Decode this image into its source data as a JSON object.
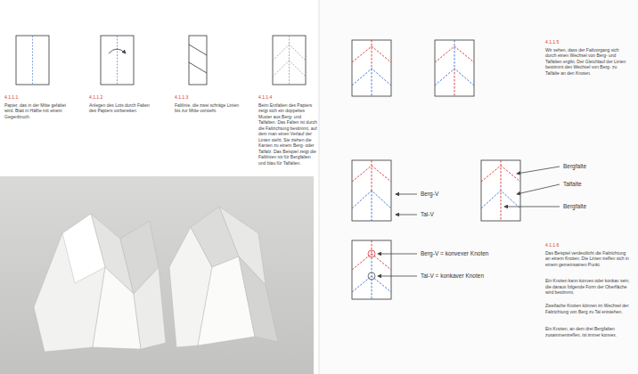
{
  "diagram": {
    "labels": [
      "4.1.1.1",
      "Papier, das in der Mitte gefaltet wird. Blatt in Hälfte mit einem Gegenbruch.",
      "4.1.1.2",
      "Anlegen des Lots durch Falten des Papiers vorbereiten.",
      "4.1.1.3",
      "Faltlinie, die zwei schräge Linien bis zur Mitte vorsieht.",
      "4.1.1.4",
      "Beim Entfalten des Papiers zeigt sich ein doppeltes Muster aus Berg- und Talfalten. Das Falten ist durch die Faltrichtung bestimmt, auf dem man einen Verlauf der Linien sieht. Sie ziehen die Kanten zu einem Berg- oder Talfalz. Das Beispiel zeigt die Faltlinien rot für Bergfalten und blau für Talfalten.",
      "4.1.1.5",
      "Wir sehen, dass der Faltvorgang sich durch einen Wechsel von Berg- und Talfalten ergibt. Der Gleichlauf der Linien bestimmt den Wechsel von Berg- zu Talfalte an den Knoten.",
      "Berg-V",
      "Tal-V",
      "Bergfalte",
      "Talfalte",
      "Bergfalte",
      "Berg-V = konvexer Knoten",
      "Tal-V = konkaver Knoten",
      "4.1.1.6",
      "Das Beispiel verdeutlicht die Faltrichtung an einem Knoten. Die Linien treffen sich in einem gemeinsamen Punkt.",
      "Ein Knoten kann konvex oder konkav sein; die daraus folgende Form der Oberfläche wird bestimmt.",
      "Zweifache Knoten können im Wechsel der Faltrichtung von Berg zu Tal entstehen.",
      "Ein Knoten, an dem drei Bergfalten zusammentreffen, ist immer konvex."
    ]
  }
}
